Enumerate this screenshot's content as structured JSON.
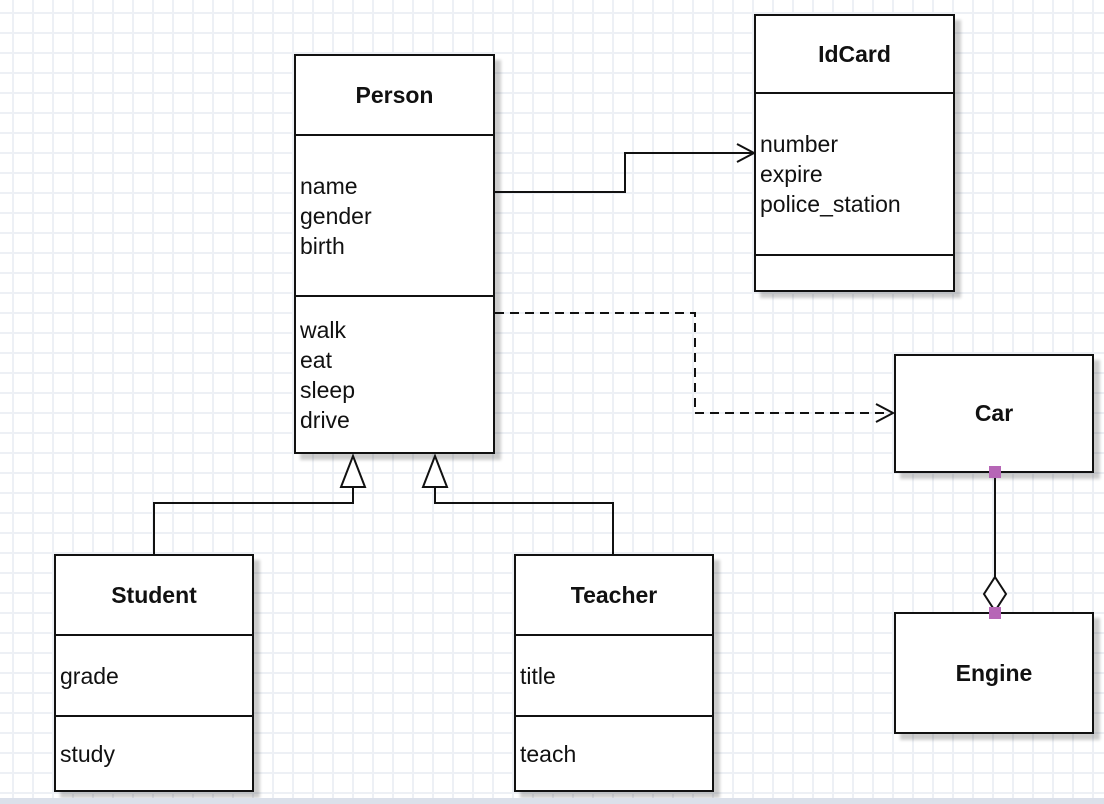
{
  "diagram": {
    "kind": "uml-class-diagram",
    "colors": {
      "line": "#111111",
      "box_background": "#ffffff",
      "box_border": "#111111",
      "endpoint_handle": "#b666b6",
      "grid_line": "#edf0f5",
      "bottom_bar": "#dbe0ea"
    }
  },
  "classes": {
    "person": {
      "title": "Person",
      "attributes": [
        "name",
        "gender",
        "birth"
      ],
      "methods": [
        "walk",
        "eat",
        "sleep",
        "drive"
      ]
    },
    "idcard": {
      "title": "IdCard",
      "attributes": [
        "number",
        "expire",
        "police_station"
      ],
      "methods": []
    },
    "car": {
      "title": "Car",
      "attributes": [],
      "methods": []
    },
    "engine": {
      "title": "Engine",
      "attributes": [],
      "methods": []
    },
    "student": {
      "title": "Student",
      "attributes": [
        "grade"
      ],
      "methods": [
        "study"
      ]
    },
    "teacher": {
      "title": "Teacher",
      "attributes": [
        "title"
      ],
      "methods": [
        "teach"
      ]
    }
  },
  "relationships": [
    {
      "from": "Person",
      "to": "IdCard",
      "type": "association",
      "line": "solid",
      "head": "open-arrow"
    },
    {
      "from": "Person",
      "to": "Car",
      "type": "dependency",
      "line": "dashed",
      "head": "open-arrow"
    },
    {
      "from": "Student",
      "to": "Person",
      "type": "generalization",
      "line": "solid",
      "head": "hollow-triangle"
    },
    {
      "from": "Teacher",
      "to": "Person",
      "type": "generalization",
      "line": "solid",
      "head": "hollow-triangle"
    },
    {
      "from": "Car",
      "to": "Engine",
      "type": "aggregation",
      "line": "solid",
      "head": "hollow-diamond",
      "endpoints": "selected-handles"
    }
  ]
}
